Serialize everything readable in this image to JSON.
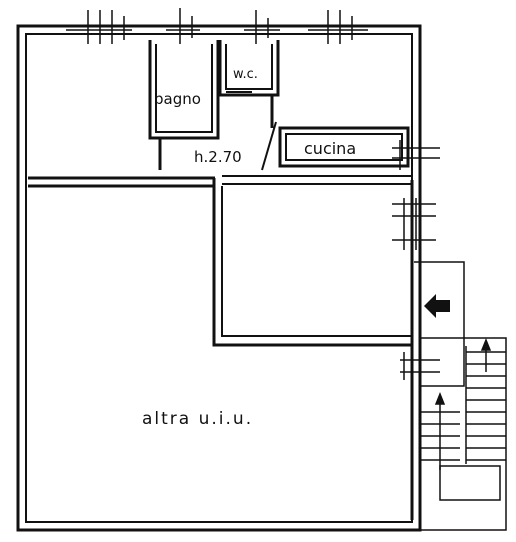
{
  "plan": {
    "labels": {
      "bathroom": "bagno",
      "wc": "w.c.",
      "ceiling_height": "h.2.70",
      "kitchen": "cucina",
      "other_unit": "altra u.i.u."
    },
    "colors": {
      "ink": "#111111",
      "background": "#ffffff"
    }
  }
}
